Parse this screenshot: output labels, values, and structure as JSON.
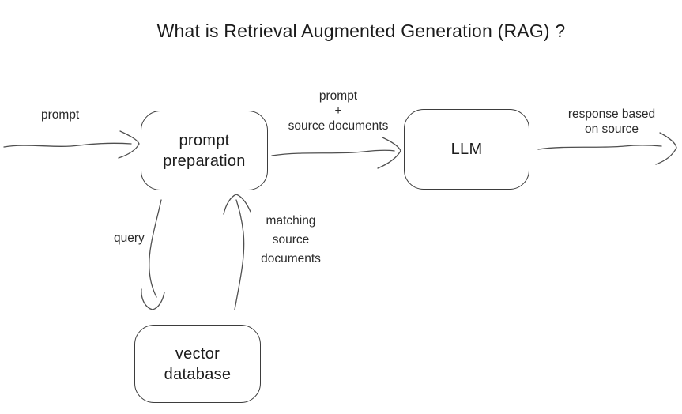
{
  "title": "What is Retrieval Augmented Generation (RAG) ?",
  "nodes": {
    "prompt_preparation": {
      "line1": "prompt",
      "line2": "preparation"
    },
    "llm": {
      "label": "LLM"
    },
    "vector_database": {
      "line1": "vector",
      "line2": "database"
    }
  },
  "edges": {
    "prompt_in": {
      "label": "prompt"
    },
    "prompt_plus_sources": {
      "line1": "prompt",
      "line2": "+",
      "line3": "source documents"
    },
    "response": {
      "line1": "response based",
      "line2": "on source"
    },
    "query": {
      "label": "query"
    },
    "matching_sources": {
      "line1": "matching",
      "line2": "source",
      "line3": "documents"
    }
  },
  "colors": {
    "background": "#ffffff",
    "stroke": "#4f4f4f",
    "node_border": "#3d3d3d",
    "text": "#1c1c1c"
  }
}
